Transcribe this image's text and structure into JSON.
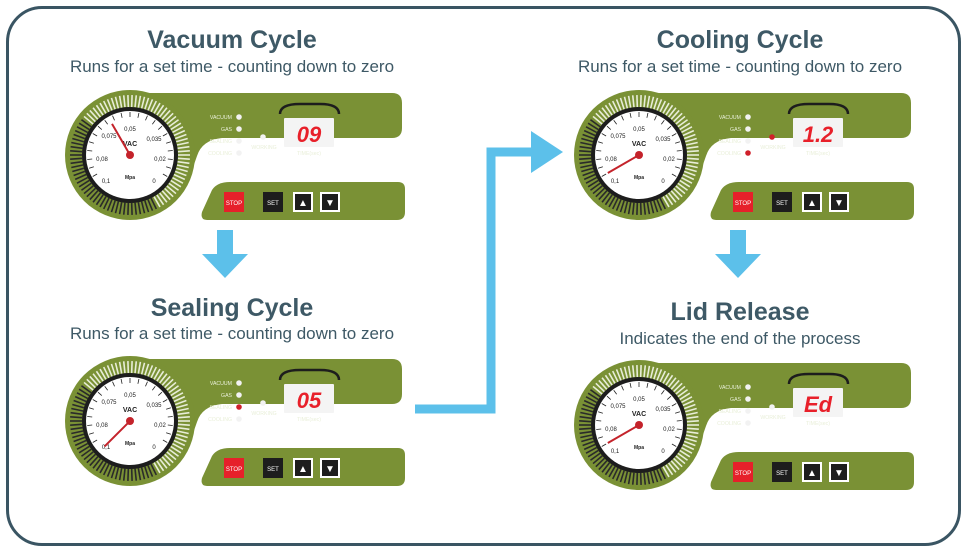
{
  "panels": [
    {
      "title": "Vacuum Cycle",
      "subtitle": "Runs for a set time - counting down to zero",
      "display": "09",
      "active_led": "",
      "working_led": "#f2f2f2",
      "needle_angle": -120
    },
    {
      "title": "Sealing Cycle",
      "subtitle": "Runs for a set time - counting down to zero",
      "display": "05",
      "active_led": "sealing",
      "working_led": "#f2f2f2",
      "needle_angle": 135
    },
    {
      "title": "Cooling Cycle",
      "subtitle": "Runs for a set time - counting down to zero",
      "display": "1.2",
      "active_led": "cooling",
      "working_led": "#d0202a",
      "needle_angle": 150
    },
    {
      "title": "Lid Release",
      "subtitle": "Indicates the end of the process",
      "display": "Ed",
      "active_led": "",
      "working_led": "#f2f2f2",
      "needle_angle": 150
    }
  ],
  "labels": {
    "vacuum": "VACUUM",
    "gas": "GAS",
    "sealing": "SEALING",
    "cooling": "COOLING",
    "working": "WORKING",
    "time": "TIME(sec)",
    "stop": "STOP",
    "set": "SET",
    "up": "▲",
    "down": "▼",
    "vac": "VAC",
    "mpa": "Mpa",
    "scale": [
      "0,05",
      "0,075",
      "0,035",
      "0,08",
      "0,02",
      "0,1",
      "0"
    ]
  },
  "colors": {
    "panel": "#7a9135",
    "panel_dark": "#5f7428",
    "display_red": "#e8202a",
    "arrow": "#5cc0ea",
    "title": "#3e5966",
    "led_red": "#d0202a"
  }
}
